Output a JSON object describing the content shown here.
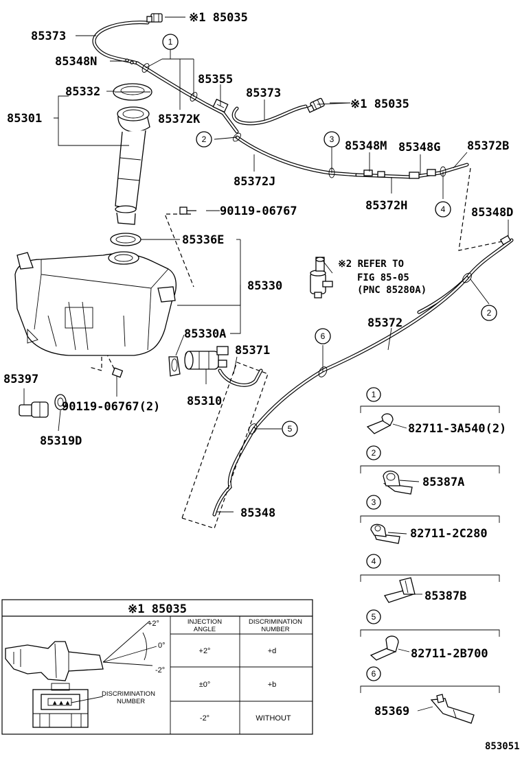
{
  "diagram_code": "853051",
  "labels": {
    "p85035_top": "※1 85035",
    "p85373_top": "85373",
    "p85348N": "85348N",
    "p85355": "85355",
    "p85373_mid": "85373",
    "p85035_mid": "※1 85035",
    "p85332": "85332",
    "p85301": "85301",
    "p85372K": "85372K",
    "p85372J": "85372J",
    "p85348M": "85348M",
    "p85348G": "85348G",
    "p85372B": "85372B",
    "p85372H": "85372H",
    "p90119_top": "90119-06767",
    "p85348D": "85348D",
    "p85336E": "85336E",
    "p85330": "85330",
    "p85330A": "85330A",
    "p85372": "85372",
    "p85371": "85371",
    "p85310": "85310",
    "p85397": "85397",
    "p90119_bot": "90119-06767(2)",
    "p85319D": "85319D",
    "p85348": "85348",
    "refer_line1": "※2 REFER TO",
    "refer_line2": "FIG 85-05",
    "refer_line3": "(PNC 85280A)"
  },
  "callouts": [
    "1",
    "2",
    "3",
    "4",
    "5",
    "6"
  ],
  "legend": [
    {
      "num": "1",
      "part": "82711-3A540(2)"
    },
    {
      "num": "2",
      "part": "85387A"
    },
    {
      "num": "3",
      "part": "82711-2C280"
    },
    {
      "num": "4",
      "part": "85387B"
    },
    {
      "num": "5",
      "part": "82711-2B700"
    },
    {
      "num": "6",
      "part": "85369"
    }
  ],
  "inset": {
    "title": "※1 85035",
    "angle_plus": "+2°",
    "angle_zero": "0°",
    "angle_minus": "-2°",
    "discrimination_note_1": "DISCRIMINATION",
    "discrimination_note_2": "NUMBER",
    "table": {
      "headers": [
        [
          "INJECTION",
          "ANGLE"
        ],
        [
          "DISCRIMINATION",
          "NUMBER"
        ]
      ],
      "rows": [
        [
          "+2°",
          "+d"
        ],
        [
          "±0°",
          "+b"
        ],
        [
          "-2°",
          "WITHOUT"
        ]
      ]
    }
  }
}
